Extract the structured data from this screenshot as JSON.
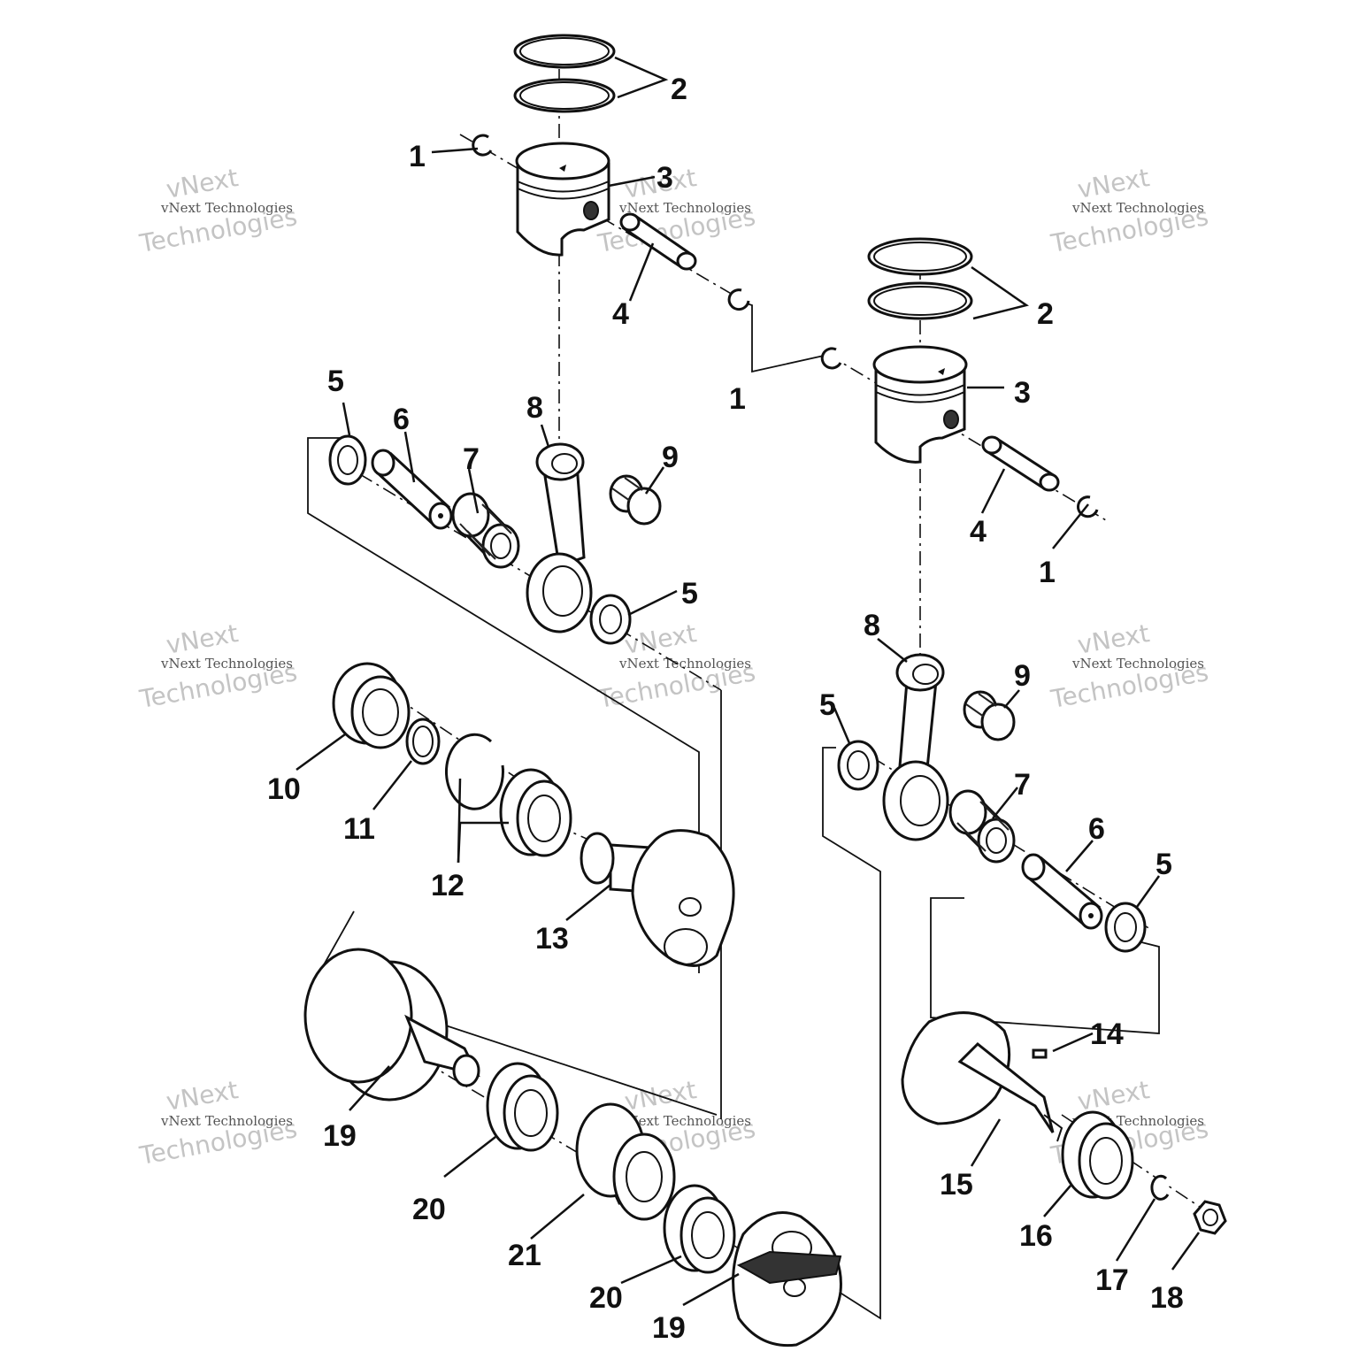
{
  "diagram": {
    "callouts": [
      {
        "id": "c1a",
        "text": "1"
      },
      {
        "id": "c2a",
        "text": "2"
      },
      {
        "id": "c3a",
        "text": "3"
      },
      {
        "id": "c4a",
        "text": "4"
      },
      {
        "id": "c1b",
        "text": "1"
      },
      {
        "id": "c2b",
        "text": "2"
      },
      {
        "id": "c3b",
        "text": "3"
      },
      {
        "id": "c4b",
        "text": "4"
      },
      {
        "id": "c1c",
        "text": "1"
      },
      {
        "id": "c5a",
        "text": "5"
      },
      {
        "id": "c6a",
        "text": "6"
      },
      {
        "id": "c7a",
        "text": "7"
      },
      {
        "id": "c8a",
        "text": "8"
      },
      {
        "id": "c9a",
        "text": "9"
      },
      {
        "id": "c5b",
        "text": "5"
      },
      {
        "id": "c8b",
        "text": "8"
      },
      {
        "id": "c9b",
        "text": "9"
      },
      {
        "id": "c5c",
        "text": "5"
      },
      {
        "id": "c7b",
        "text": "7"
      },
      {
        "id": "c6b",
        "text": "6"
      },
      {
        "id": "c5d",
        "text": "5"
      },
      {
        "id": "c10",
        "text": "10"
      },
      {
        "id": "c11",
        "text": "11"
      },
      {
        "id": "c12",
        "text": "12"
      },
      {
        "id": "c13",
        "text": "13"
      },
      {
        "id": "c14",
        "text": "14"
      },
      {
        "id": "c15",
        "text": "15"
      },
      {
        "id": "c16",
        "text": "16"
      },
      {
        "id": "c17",
        "text": "17"
      },
      {
        "id": "c18",
        "text": "18"
      },
      {
        "id": "c19a",
        "text": "19"
      },
      {
        "id": "c20a",
        "text": "20"
      },
      {
        "id": "c21",
        "text": "21"
      },
      {
        "id": "c20b",
        "text": "20"
      },
      {
        "id": "c19b",
        "text": "19"
      }
    ]
  },
  "watermark": {
    "line_small": "vNext Technologies",
    "line_big_1": "vNext",
    "line_big_2": "Technologies"
  }
}
